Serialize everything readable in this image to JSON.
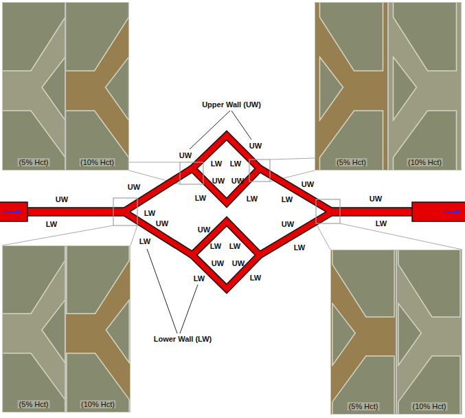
{
  "diagram": {
    "nodes": [
      {
        "text": [
          "(5% Hct)"
        ]
      },
      {
        "text": [
          "(10% Hct)"
        ]
      },
      {
        "text": [
          "(5% Hct)"
        ]
      },
      {
        "text": [
          "(10% Hct)"
        ]
      },
      {
        "text": [
          "(5% Hct)"
        ]
      },
      {
        "text": [
          "(10% Hct)"
        ]
      },
      {
        "text": [
          "(5% Hct)"
        ]
      },
      {
        "text": [
          "(10% Hct)"
        ]
      }
    ],
    "labels": [
      "Upper Wall (UW)",
      "UW",
      "UW",
      "LW",
      "LW",
      "UW",
      "UW",
      "UW",
      "UW",
      "UW",
      "UW",
      "LW",
      "LW",
      "LW",
      "LW",
      "LW",
      "LW",
      "UW",
      "UW",
      "UW",
      "LW",
      "LW",
      "LW",
      "LW",
      "UW",
      "UW",
      "LW",
      "LW",
      "Lower Wall (LW)"
    ]
  }
}
